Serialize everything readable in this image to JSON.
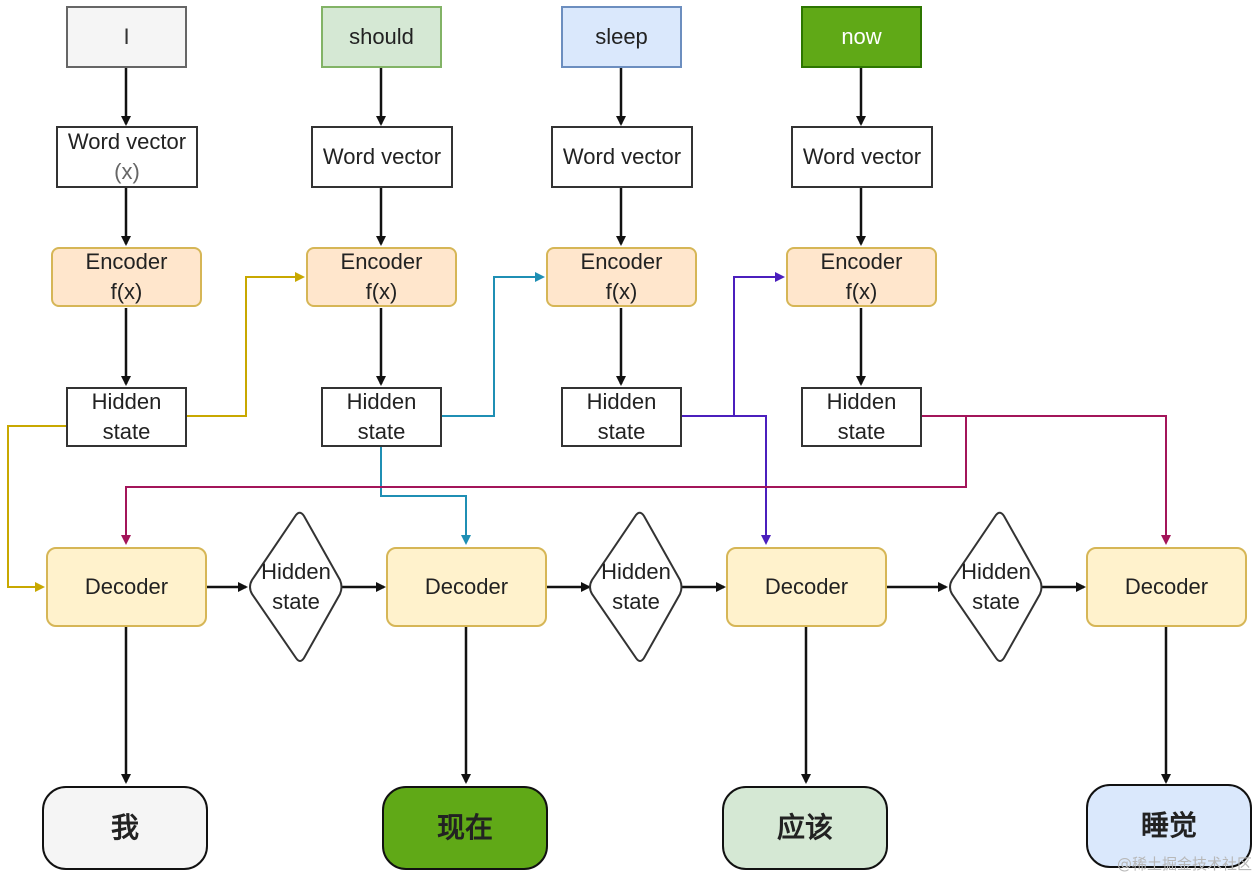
{
  "tokens": [
    "I",
    "should",
    "sleep",
    "now"
  ],
  "word_vector": {
    "first_line1": "Word vector",
    "first_line2": "(x)",
    "label": "Word vector"
  },
  "encoder": {
    "line1": "Encoder",
    "line2": "f(x)"
  },
  "hidden_state": {
    "line1": "Hidden",
    "line2": "state"
  },
  "decoder_label": "Decoder",
  "outputs": [
    "我",
    "现在",
    "应该",
    "睡觉"
  ],
  "watermark": "@稀土掘金技术社区",
  "colors": {
    "arrow_black": "#111111",
    "link_yellow": "#c8a800",
    "link_teal": "#1f8fb4",
    "link_purple": "#4b1fbd",
    "link_magenta": "#a3155a"
  }
}
